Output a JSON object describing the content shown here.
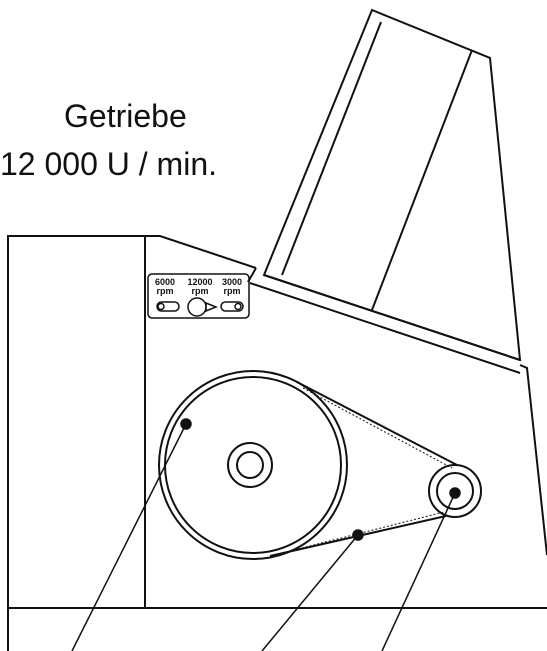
{
  "title": {
    "line1": "Getriebe",
    "line2": "12 000  U / min."
  },
  "speed_plate": {
    "options": [
      {
        "rpm": "6000",
        "unit": "rpm"
      },
      {
        "rpm": "12000",
        "unit": "rpm"
      },
      {
        "rpm": "3000",
        "unit": "rpm"
      }
    ],
    "selected": "12000"
  },
  "colors": {
    "line": "#111111",
    "background": "#ffffff"
  }
}
